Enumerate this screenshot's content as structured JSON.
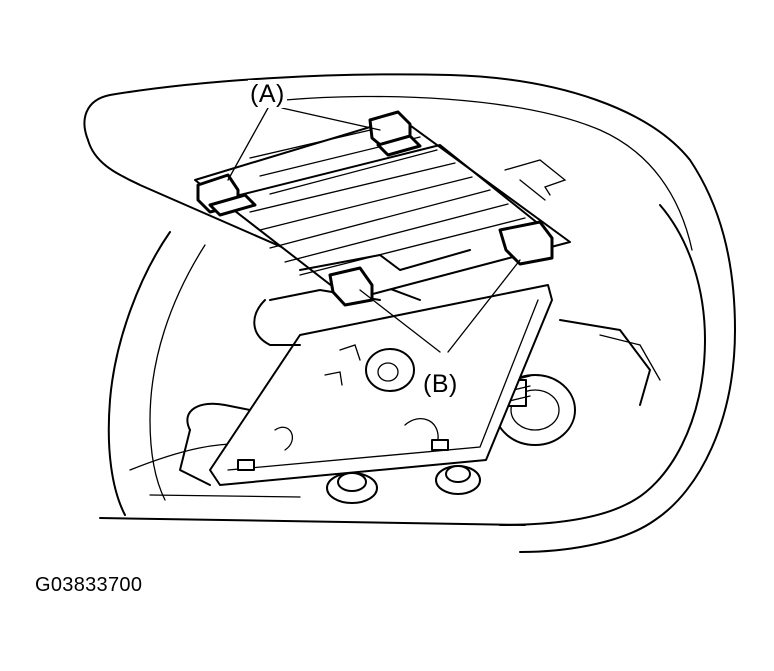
{
  "callouts": {
    "a": "(A)",
    "b": "(B)"
  },
  "figure_id": "G03833700"
}
